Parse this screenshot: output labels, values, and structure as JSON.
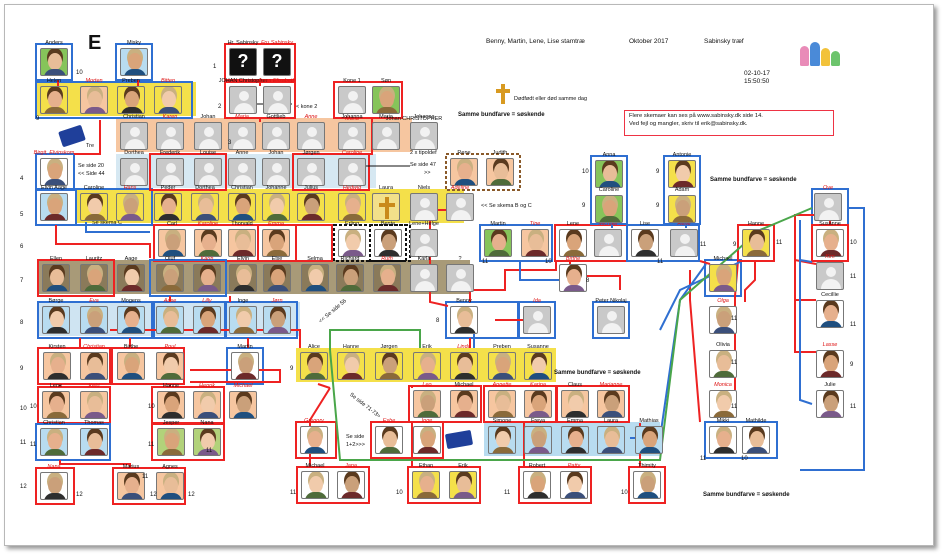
{
  "header": {
    "title": "Benny, Martin, Lene, Lise stamtræ",
    "date": "Oktober 2017",
    "name": "Sabinsky træf",
    "stamp_date": "02-10-17",
    "stamp_time": "15:50:50",
    "letter": "E"
  },
  "info": {
    "line1": "Flere skemaer kan ses på www.sabinsky.dk side 14.",
    "line2": "Ved fejl og mangler, skriv til erik@sabinsky.dk."
  },
  "legend": {
    "dead_same_day": "Dødfødt eller død samme dag",
    "same_color_siblings": "Samme bundfarve = søskende"
  },
  "annotations": {
    "kone2": "< kone 2",
    "tipoldef": "2 x tipoldef",
    "se_side_47": "Se side 47",
    "se_side_47_arrow": ">>",
    "se_side_20": "Se side 20",
    "se_side_44": "<< Side 44",
    "se_skema_c": "Se skema C",
    "se_skema_bc": "<< Se skema B og C",
    "se_side_56": "<< Se side 56",
    "se_side_7173": "Se side 71-73>",
    "se_side_12": "Se side",
    "se_side_12b": "1+2>>>",
    "tre": "Tre"
  },
  "gen_numbers": [
    "1",
    "2",
    "3",
    "4",
    "5",
    "6",
    "7",
    "8",
    "9",
    "10",
    "11",
    "12"
  ],
  "people": [
    {
      "n": "Anders"
    },
    {
      "n": "Misky"
    },
    {
      "n": "Hr. Sabinsky"
    },
    {
      "n": "Fru Sabinsky"
    },
    {
      "n": "Helen"
    },
    {
      "n": "Morten"
    },
    {
      "n": "Preben"
    },
    {
      "n": "Bitten"
    },
    {
      "n": "JOHAN Christopher"
    },
    {
      "n": "Anna Elisabeth"
    },
    {
      "n": "Kone 1"
    },
    {
      "n": "Maria"
    },
    {
      "n": "Søn"
    },
    {
      "n": "Johan CHRISTOPHER"
    },
    {
      "n": "Christian"
    },
    {
      "n": "Karen"
    },
    {
      "n": "Johan"
    },
    {
      "n": "Maria"
    },
    {
      "n": "Gottlieb"
    },
    {
      "n": "Anne"
    },
    {
      "n": "Johanna"
    },
    {
      "n": "Maria"
    },
    {
      "n": "Johanna"
    },
    {
      "n": "Birgit, Elvinskom"
    },
    {
      "n": "Dorthea"
    },
    {
      "n": "Frederik"
    },
    {
      "n": "Louise"
    },
    {
      "n": "Anne"
    },
    {
      "n": "Johan"
    },
    {
      "n": "Jørgen"
    },
    {
      "n": "Caroline"
    },
    {
      "n": "Rene"
    },
    {
      "n": "Judith"
    },
    {
      "n": "Elvin Aage"
    },
    {
      "n": "Caroline"
    },
    {
      "n": "Hans"
    },
    {
      "n": "Peder"
    },
    {
      "n": "Dorthea"
    },
    {
      "n": "Christian"
    },
    {
      "n": "Johanne"
    },
    {
      "n": "Julius"
    },
    {
      "n": "Hedwig"
    },
    {
      "n": "Laura"
    },
    {
      "n": "Niels"
    },
    {
      "n": "Adeline"
    },
    {
      "n": "Carl"
    },
    {
      "n": "Karoline"
    },
    {
      "n": "Thorvald"
    },
    {
      "n": "Emma"
    },
    {
      "n": "Erling"
    },
    {
      "n": "Bente"
    },
    {
      "n": "Lene+Helge"
    },
    {
      "n": "Ellen"
    },
    {
      "n": "Lauritz"
    },
    {
      "n": "Aage"
    },
    {
      "n": "Oluf"
    },
    {
      "n": "Karin"
    },
    {
      "n": "Elvin"
    },
    {
      "n": "Else"
    },
    {
      "n": "Selma"
    },
    {
      "n": "Richard"
    },
    {
      "n": "Ruth"
    },
    {
      "n": "Karla"
    },
    {
      "n": "?"
    },
    {
      "n": "Børge"
    },
    {
      "n": "Eva"
    },
    {
      "n": "Mogens"
    },
    {
      "n": "Aase"
    },
    {
      "n": "Lilly"
    },
    {
      "n": "Inge"
    },
    {
      "n": "Jørn"
    },
    {
      "n": "Kirsten"
    },
    {
      "n": "Christian"
    },
    {
      "n": "Birthe"
    },
    {
      "n": "Poul"
    },
    {
      "n": "Martin"
    },
    {
      "n": "Lene"
    },
    {
      "n": "Keld"
    },
    {
      "n": "Hanne"
    },
    {
      "n": "Henrik"
    },
    {
      "n": "Michael"
    },
    {
      "n": "Christian"
    },
    {
      "n": "Thomas"
    },
    {
      "n": "Jesper"
    },
    {
      "n": "Nana"
    },
    {
      "n": "Nana"
    },
    {
      "n": "Marius"
    },
    {
      "n": "Agnes"
    },
    {
      "n": "Alice"
    },
    {
      "n": "Hanne"
    },
    {
      "n": "Jørgen"
    },
    {
      "n": "Erik"
    },
    {
      "n": "Linda"
    },
    {
      "n": "Preben"
    },
    {
      "n": "Susanne"
    },
    {
      "n": "Leo"
    },
    {
      "n": "Michael"
    },
    {
      "n": "Annette"
    },
    {
      "n": "Karina"
    },
    {
      "n": "Claus"
    },
    {
      "n": "Marianne"
    },
    {
      "n": "Gregory"
    },
    {
      "n": "Esbe"
    },
    {
      "n": "Inge"
    },
    {
      "n": "Simone"
    },
    {
      "n": "Freya"
    },
    {
      "n": "Emma"
    },
    {
      "n": "Laura"
    },
    {
      "n": "Mathias"
    },
    {
      "n": "Michael"
    },
    {
      "n": "Jana"
    },
    {
      "n": "Ethan"
    },
    {
      "n": "Erik"
    },
    {
      "n": "Robert"
    },
    {
      "n": "Patty"
    },
    {
      "n": "Thimity"
    },
    {
      "n": "Martin"
    },
    {
      "n": "Tine"
    },
    {
      "n": "Lene"
    },
    {
      "n": "Michael"
    },
    {
      "n": "Lise"
    },
    {
      "n": "René"
    },
    {
      "n": "Anna"
    },
    {
      "n": "Caroline"
    },
    {
      "n": "Antonie"
    },
    {
      "n": "Adam"
    },
    {
      "n": "Birthe"
    },
    {
      "n": "Benny"
    },
    {
      "n": "Ida"
    },
    {
      "n": "Peter Nikolaj"
    },
    {
      "n": "Ove"
    },
    {
      "n": "Susanne"
    },
    {
      "n": "Hanne"
    },
    {
      "n": "Michael"
    },
    {
      "n": "Kim"
    },
    {
      "n": "Olga"
    },
    {
      "n": "Cecillie"
    },
    {
      "n": "Olivia"
    },
    {
      "n": "Lasse"
    },
    {
      "n": "Monica"
    },
    {
      "n": "Julie"
    },
    {
      "n": "Mikki"
    },
    {
      "n": "Mathilde"
    }
  ],
  "gen_side": [
    {
      "t": "10"
    },
    {
      "t": "9"
    },
    {
      "t": "8"
    },
    {
      "t": "9"
    },
    {
      "t": "10"
    },
    {
      "t": "11"
    },
    {
      "t": "12"
    },
    {
      "t": "12"
    },
    {
      "t": "12"
    },
    {
      "t": "11"
    },
    {
      "t": "10"
    },
    {
      "t": "11"
    },
    {
      "t": "11"
    },
    {
      "t": "11"
    },
    {
      "t": "10"
    },
    {
      "t": "11"
    },
    {
      "t": "10"
    },
    {
      "t": "10"
    },
    {
      "t": "9"
    },
    {
      "t": "9"
    },
    {
      "t": "9"
    },
    {
      "t": "11"
    },
    {
      "t": "10"
    },
    {
      "t": "11"
    },
    {
      "t": "11"
    },
    {
      "t": "10"
    },
    {
      "t": "11"
    },
    {
      "t": "11"
    },
    {
      "t": "9"
    },
    {
      "t": "11"
    },
    {
      "t": "11"
    },
    {
      "t": "10"
    },
    {
      "t": "11"
    },
    {
      "t": "11"
    },
    {
      "t": "11"
    },
    {
      "t": "11"
    },
    {
      "t": "9"
    },
    {
      "t": "8"
    }
  ]
}
